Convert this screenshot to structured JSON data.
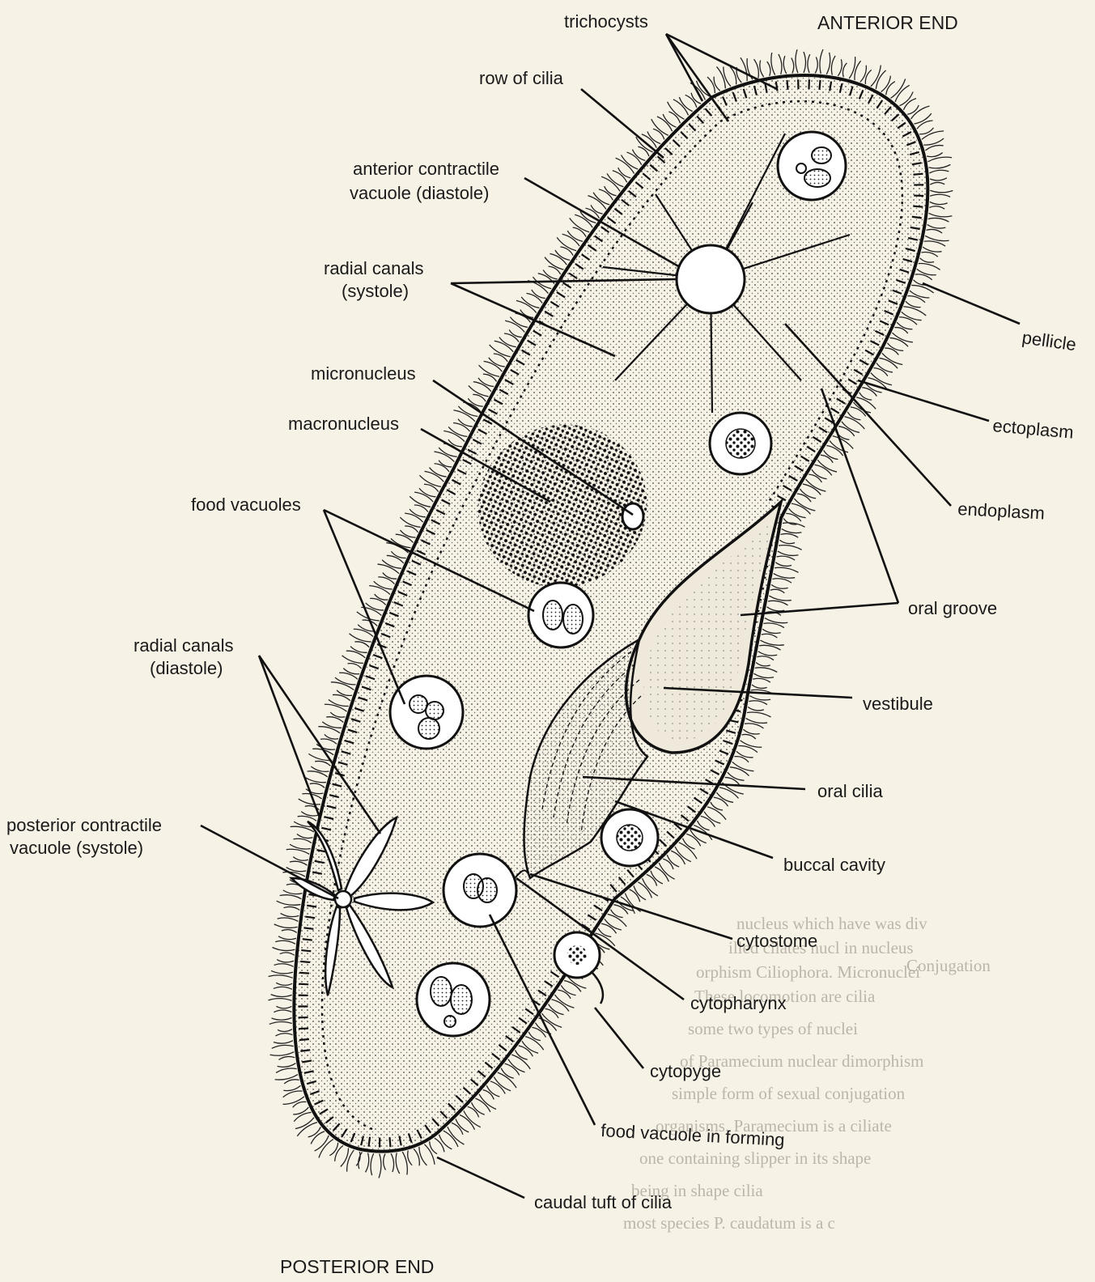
{
  "diagram": {
    "end_labels": {
      "anterior": "ANTERIOR END",
      "posterior": "POSTERIOR END"
    },
    "labels": {
      "trichocysts": "trichocysts",
      "row_of_cilia": "row of cilia",
      "anterior_cv_1": "anterior contractile",
      "anterior_cv_2": "vacuole (diastole)",
      "radial_systole_1": "radial canals",
      "radial_systole_2": "(systole)",
      "micronucleus": "micronucleus",
      "macronucleus": "macronucleus",
      "food_vacuoles": "food vacuoles",
      "radial_diastole_1": "radial canals",
      "radial_diastole_2": "(diastole)",
      "posterior_cv_1": "posterior contractile",
      "posterior_cv_2": "vacuole (systole)",
      "pellicle": "pellicle",
      "ectoplasm": "ectoplasm",
      "endoplasm": "endoplasm",
      "oral_groove": "oral groove",
      "vestibule": "vestibule",
      "oral_cilia": "oral cilia",
      "buccal_cavity": "buccal cavity",
      "cytostome": "cytostome",
      "cytopharynx": "cytopharynx",
      "cytopyge": "cytopyge",
      "food_vacuole_forming": "food vacuole in forming",
      "caudal_tuft": "caudal tuft of cilia"
    }
  },
  "page_text": {
    "lines": [
      "nucleus which have was div",
      "illed cilates   nucl  in  nucleus",
      "orphism Ciliophora.  Micronuclei",
      "These locomotion are cilia",
      "some two types of nuclei",
      "of Paramecium nuclear dimorphism",
      "simple form of sexual conjugation",
      "organisms. Paramecium is a ciliate",
      "one containing slipper in its shape",
      "being in shape cilia",
      "most species P. caudatum is a c",
      "Conjugation"
    ]
  }
}
